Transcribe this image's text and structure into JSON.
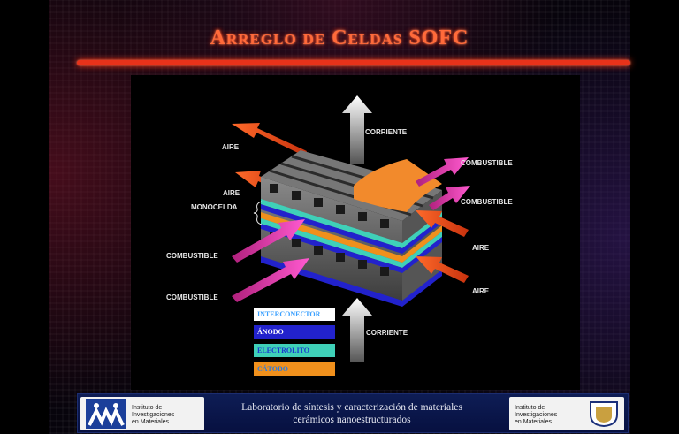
{
  "slide": {
    "title": "Arreglo de Celdas SOFC"
  },
  "diagram": {
    "labels": {
      "corriente_top": "CORRIENTE",
      "aire_1": "AIRE",
      "aire_2": "AIRE",
      "monocelda": "MONOCELDA",
      "combustible_left_1": "COMBUSTIBLE",
      "combustible_left_2": "COMBUSTIBLE",
      "combustible_right_1": "COMBUSTIBLE",
      "combustible_right_2": "COMBUSTIBLE",
      "aire_right_1": "AIRE",
      "aire_right_2": "AIRE",
      "corriente_bottom": "CORRIENTE"
    },
    "legend": [
      {
        "label": "INTERCONECTOR",
        "color": "#ffffff",
        "text_color": "#3aa0ff"
      },
      {
        "label": "ÁNODO",
        "color": "#2222cc",
        "text_color": "#ffffff"
      },
      {
        "label": "ELECTROLITO",
        "color": "#3fd0b8",
        "text_color": "#1a3ad0"
      },
      {
        "label": "CÁTODO",
        "color": "#f0901c",
        "text_color": "#2a7ae0"
      }
    ],
    "colors": {
      "aire_arrow": "#f0551e",
      "combustible_arrow": "#e43aa8",
      "corriente_arrow": "#f2f2f2"
    }
  },
  "footer": {
    "institute_left": [
      "Instituto de",
      "Investigaciones",
      "en Materiales"
    ],
    "lab_line1": "Laboratorio de síntesis y caracterización de materiales",
    "lab_line2": "cerámicos nanoestructurados",
    "institute_right": [
      "Instituto de",
      "Investigaciones",
      "en Materiales"
    ]
  }
}
